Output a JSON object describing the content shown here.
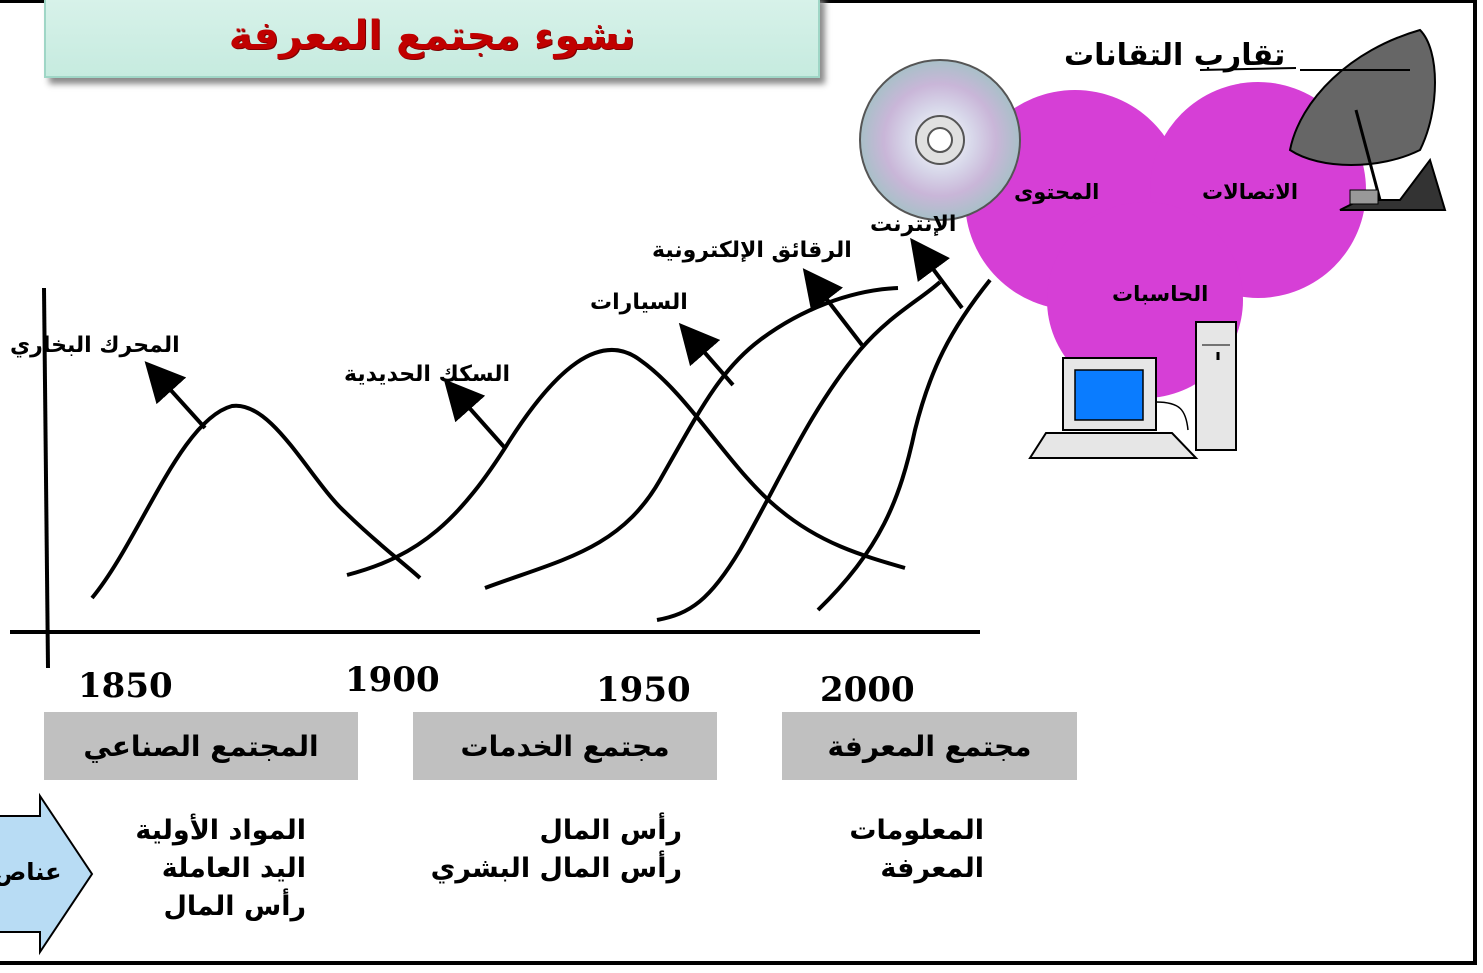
{
  "title": "نشوء مجتمع المعرفة",
  "convergence": {
    "title": "تقارب التقانات",
    "content": "المحتوى",
    "telecom": "الاتصالات",
    "computers": "الحاسبات",
    "circle_color": "#d63fd6"
  },
  "waves": [
    {
      "label": "المحرك البخاري"
    },
    {
      "label": "السكك الحديدية"
    },
    {
      "label": "السيارات"
    },
    {
      "label": "الرقائق الإلكترونية"
    },
    {
      "label": "الإنترنت"
    }
  ],
  "years": [
    "1850",
    "1900",
    "1950",
    "2000"
  ],
  "eras": [
    "المجتمع الصناعي",
    "مجتمع الخدمات",
    "مجتمع المعرفة"
  ],
  "factors": {
    "label": "عناص",
    "industrial": [
      "المواد الأولية",
      "اليد العاملة",
      "رأس المال"
    ],
    "services": [
      "رأس المال",
      "رأس المال البشري"
    ],
    "knowledge": [
      "المعلومات",
      "المعرفة"
    ]
  }
}
